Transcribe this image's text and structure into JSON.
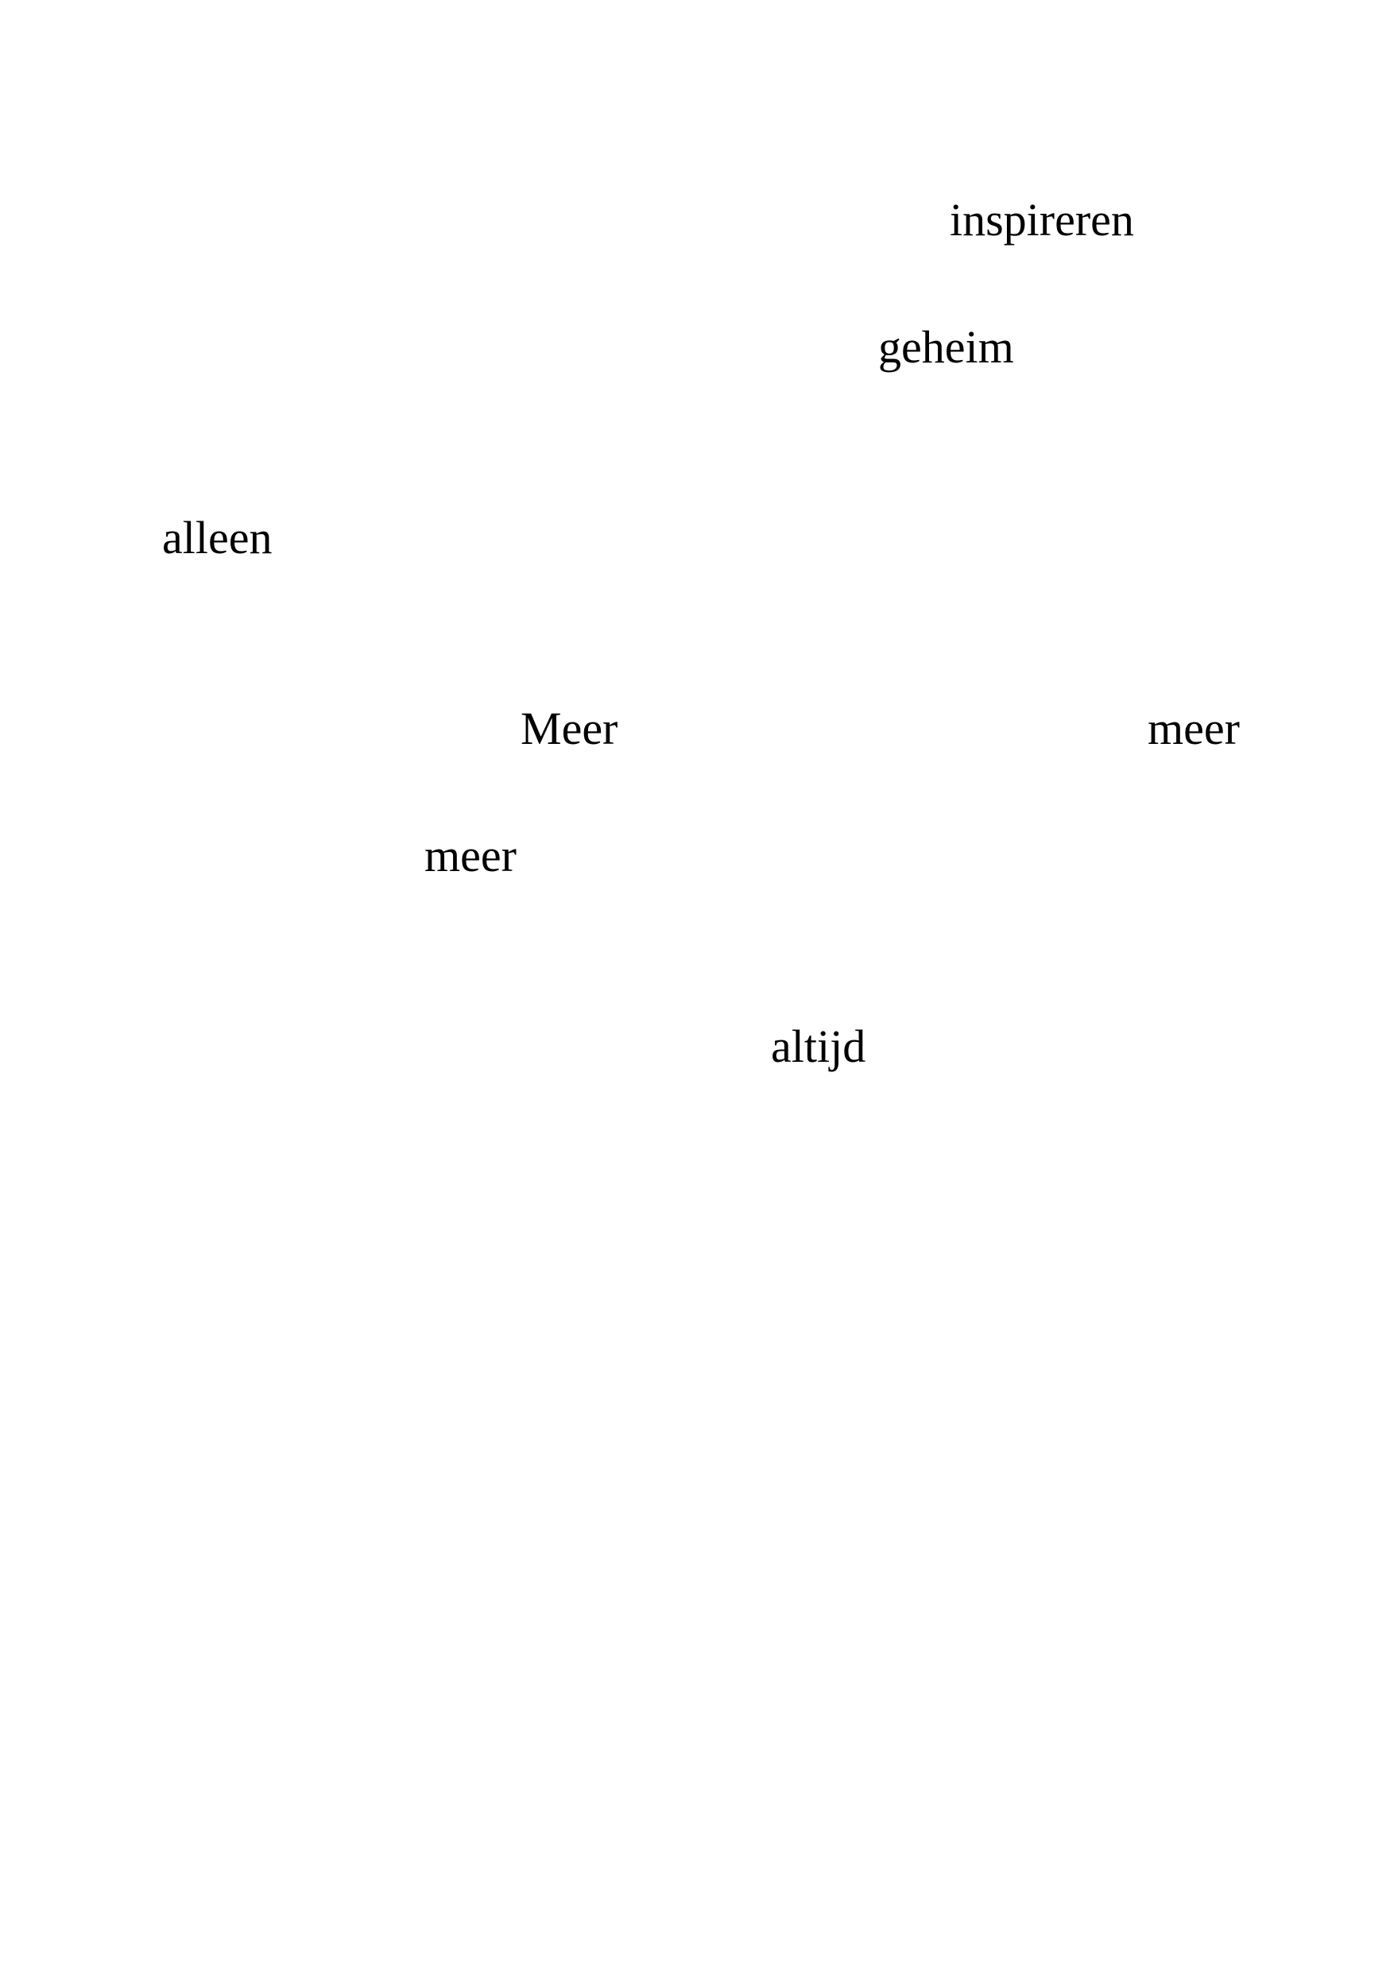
{
  "poem": {
    "words": {
      "inspireren": "inspireren",
      "geheim": "geheim",
      "alleen": "alleen",
      "meer_capital": "Meer",
      "meer_right": "meer",
      "meer_left": "meer",
      "altijd": "altijd"
    }
  }
}
